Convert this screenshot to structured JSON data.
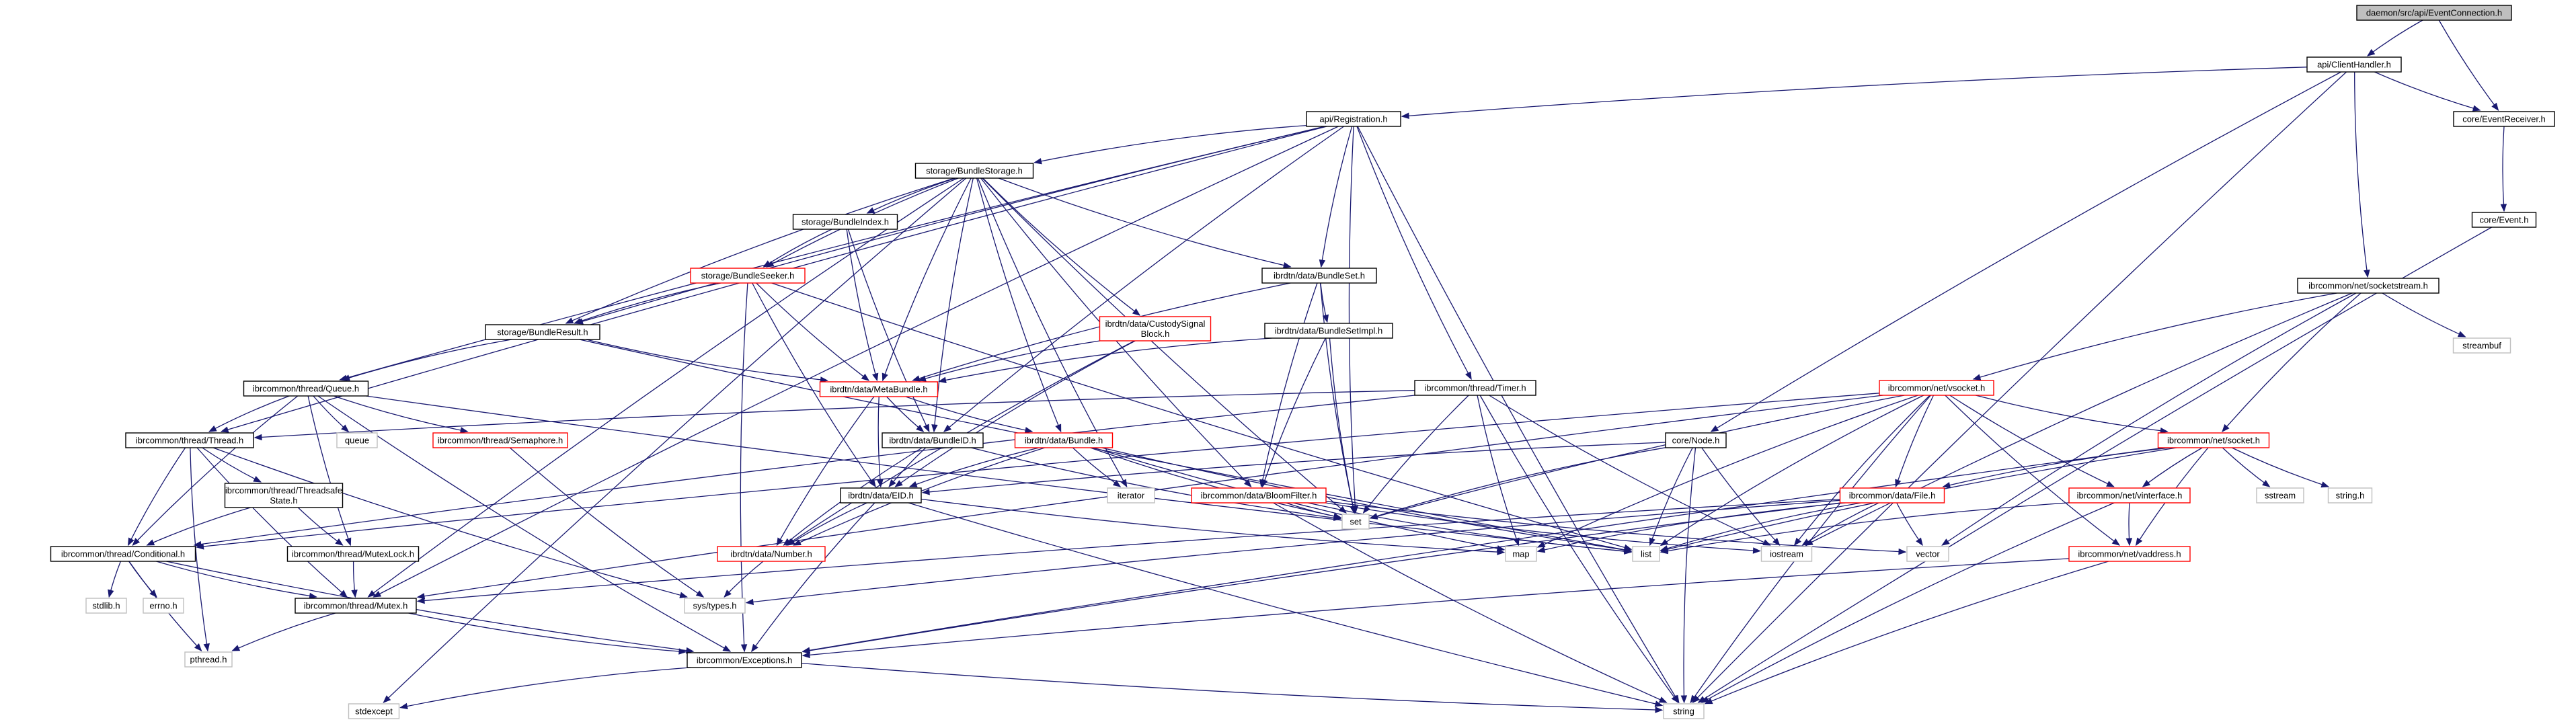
{
  "colors": {
    "edge": "#191970",
    "text": "#000000",
    "default_fill": "#ffffff",
    "default_border": "#000000",
    "incomplete_border": "#ff0000",
    "system_border": "#bfbfbf",
    "root_fill": "#bfbfbf"
  },
  "nodes": [
    {
      "id": "root",
      "label": "daemon/src/api/EventConnection.h",
      "style": "root"
    },
    {
      "id": "client",
      "label": "api/ClientHandler.h",
      "style": "normal"
    },
    {
      "id": "eventrecv",
      "label": "core/EventReceiver.h",
      "style": "normal"
    },
    {
      "id": "registration",
      "label": "api/Registration.h",
      "style": "normal"
    },
    {
      "id": "event",
      "label": "core/Event.h",
      "style": "normal"
    },
    {
      "id": "bstorage",
      "label": "storage/BundleStorage.h",
      "style": "normal"
    },
    {
      "id": "bindex",
      "label": "storage/BundleIndex.h",
      "style": "normal"
    },
    {
      "id": "bset",
      "label": "ibrdtn/data/BundleSet.h",
      "style": "normal"
    },
    {
      "id": "sockstream",
      "label": "ibrcommon/net/socketstream.h",
      "style": "normal"
    },
    {
      "id": "bseeker",
      "label": "storage/BundleSeeker.h",
      "style": "incomplete"
    },
    {
      "id": "custody",
      "label": "ibrdtn/data/CustodySignal\nBlock.h",
      "style": "incomplete"
    },
    {
      "id": "bsetimpl",
      "label": "ibrdtn/data/BundleSetImpl.h",
      "style": "normal"
    },
    {
      "id": "bresult",
      "label": "storage/BundleResult.h",
      "style": "normal"
    },
    {
      "id": "streambuf",
      "label": "streambuf",
      "style": "system"
    },
    {
      "id": "queue",
      "label": "ibrcommon/thread/Queue.h",
      "style": "normal"
    },
    {
      "id": "metabundle",
      "label": "ibrdtn/data/MetaBundle.h",
      "style": "incomplete"
    },
    {
      "id": "timer",
      "label": "ibrcommon/thread/Timer.h",
      "style": "normal"
    },
    {
      "id": "vsocket",
      "label": "ibrcommon/net/vsocket.h",
      "style": "incomplete"
    },
    {
      "id": "thread",
      "label": "ibrcommon/thread/Thread.h",
      "style": "normal"
    },
    {
      "id": "queuesys",
      "label": "queue",
      "style": "system"
    },
    {
      "id": "semaphore",
      "label": "ibrcommon/thread/Semaphore.h",
      "style": "incomplete"
    },
    {
      "id": "bundleid",
      "label": "ibrdtn/data/BundleID.h",
      "style": "normal"
    },
    {
      "id": "bundle",
      "label": "ibrdtn/data/Bundle.h",
      "style": "incomplete"
    },
    {
      "id": "node",
      "label": "core/Node.h",
      "style": "normal"
    },
    {
      "id": "socket",
      "label": "ibrcommon/net/socket.h",
      "style": "incomplete"
    },
    {
      "id": "tsstate",
      "label": "ibrcommon/thread/Threadsafe\nState.h",
      "style": "normal"
    },
    {
      "id": "eid",
      "label": "ibrdtn/data/EID.h",
      "style": "normal"
    },
    {
      "id": "iterator",
      "label": "iterator",
      "style": "system"
    },
    {
      "id": "bloom",
      "label": "ibrcommon/data/BloomFilter.h",
      "style": "incomplete"
    },
    {
      "id": "set",
      "label": "set",
      "style": "system"
    },
    {
      "id": "file",
      "label": "ibrcommon/data/File.h",
      "style": "incomplete"
    },
    {
      "id": "vinterface",
      "label": "ibrcommon/net/vinterface.h",
      "style": "incomplete"
    },
    {
      "id": "sstream",
      "label": "sstream",
      "style": "system"
    },
    {
      "id": "stringh",
      "label": "string.h",
      "style": "system"
    },
    {
      "id": "conditional",
      "label": "ibrcommon/thread/Conditional.h",
      "style": "normal"
    },
    {
      "id": "mutexlock",
      "label": "ibrcommon/thread/MutexLock.h",
      "style": "normal"
    },
    {
      "id": "number",
      "label": "ibrdtn/data/Number.h",
      "style": "incomplete"
    },
    {
      "id": "map",
      "label": "map",
      "style": "system"
    },
    {
      "id": "list",
      "label": "list",
      "style": "system"
    },
    {
      "id": "iostream",
      "label": "iostream",
      "style": "system"
    },
    {
      "id": "vector",
      "label": "vector",
      "style": "system"
    },
    {
      "id": "vaddress",
      "label": "ibrcommon/net/vaddress.h",
      "style": "incomplete"
    },
    {
      "id": "stdlib",
      "label": "stdlib.h",
      "style": "system"
    },
    {
      "id": "errno",
      "label": "errno.h",
      "style": "system"
    },
    {
      "id": "mutex",
      "label": "ibrcommon/thread/Mutex.h",
      "style": "normal"
    },
    {
      "id": "systypes",
      "label": "sys/types.h",
      "style": "system"
    },
    {
      "id": "pthread",
      "label": "pthread.h",
      "style": "system"
    },
    {
      "id": "exceptions",
      "label": "ibrcommon/Exceptions.h",
      "style": "normal"
    },
    {
      "id": "stdexcept",
      "label": "stdexcept",
      "style": "system"
    },
    {
      "id": "string",
      "label": "string",
      "style": "system"
    }
  ],
  "edges": [
    [
      "root",
      "client"
    ],
    [
      "root",
      "eventrecv"
    ],
    [
      "client",
      "eventrecv"
    ],
    [
      "client",
      "registration"
    ],
    [
      "client",
      "node"
    ],
    [
      "client",
      "sockstream"
    ],
    [
      "client",
      "string"
    ],
    [
      "eventrecv",
      "event"
    ],
    [
      "event",
      "string"
    ],
    [
      "registration",
      "bstorage"
    ],
    [
      "registration",
      "bset"
    ],
    [
      "registration",
      "queue"
    ],
    [
      "registration",
      "bresult"
    ],
    [
      "registration",
      "thread"
    ],
    [
      "registration",
      "timer"
    ],
    [
      "registration",
      "set"
    ],
    [
      "registration",
      "string"
    ],
    [
      "registration",
      "bundleid"
    ],
    [
      "registration",
      "mutex"
    ],
    [
      "bstorage",
      "bindex"
    ],
    [
      "bstorage",
      "bseeker"
    ],
    [
      "bstorage",
      "custody"
    ],
    [
      "bstorage",
      "bset"
    ],
    [
      "bstorage",
      "bresult"
    ],
    [
      "bstorage",
      "metabundle"
    ],
    [
      "bstorage",
      "bundleid"
    ],
    [
      "bstorage",
      "bundle"
    ],
    [
      "bstorage",
      "iterator"
    ],
    [
      "bstorage",
      "bloom"
    ],
    [
      "bstorage",
      "set"
    ],
    [
      "bstorage",
      "mutex"
    ],
    [
      "bstorage",
      "stdexcept"
    ],
    [
      "bindex",
      "bseeker"
    ],
    [
      "bindex",
      "metabundle"
    ],
    [
      "bindex",
      "bundleid"
    ],
    [
      "bseeker",
      "bresult"
    ],
    [
      "bseeker",
      "metabundle"
    ],
    [
      "bseeker",
      "eid"
    ],
    [
      "bseeker",
      "exceptions"
    ],
    [
      "bseeker",
      "list"
    ],
    [
      "custody",
      "metabundle"
    ],
    [
      "custody",
      "eid"
    ],
    [
      "custody",
      "number"
    ],
    [
      "bset",
      "metabundle"
    ],
    [
      "bset",
      "bsetimpl"
    ],
    [
      "bset",
      "bloom"
    ],
    [
      "bset",
      "set"
    ],
    [
      "bsetimpl",
      "metabundle"
    ],
    [
      "bsetimpl",
      "bloom"
    ],
    [
      "bsetimpl",
      "set"
    ],
    [
      "bresult",
      "queue"
    ],
    [
      "bresult",
      "metabundle"
    ],
    [
      "bresult",
      "list"
    ],
    [
      "queue",
      "thread"
    ],
    [
      "queue",
      "queuesys"
    ],
    [
      "queue",
      "semaphore"
    ],
    [
      "queue",
      "conditional"
    ],
    [
      "queue",
      "mutexlock"
    ],
    [
      "queue",
      "exceptions"
    ],
    [
      "queue",
      "list"
    ],
    [
      "metabundle",
      "bundleid"
    ],
    [
      "metabundle",
      "bundle"
    ],
    [
      "metabundle",
      "eid"
    ],
    [
      "metabundle",
      "number"
    ],
    [
      "timer",
      "thread"
    ],
    [
      "timer",
      "set"
    ],
    [
      "timer",
      "map"
    ],
    [
      "timer",
      "string"
    ],
    [
      "timer",
      "iostream"
    ],
    [
      "timer",
      "conditional"
    ],
    [
      "thread",
      "tsstate"
    ],
    [
      "thread",
      "conditional"
    ],
    [
      "thread",
      "mutex"
    ],
    [
      "thread",
      "systypes"
    ],
    [
      "thread",
      "pthread"
    ],
    [
      "semaphore",
      "systypes"
    ],
    [
      "bundleid",
      "eid"
    ],
    [
      "bundleid",
      "number"
    ],
    [
      "bundleid",
      "set"
    ],
    [
      "bundle",
      "eid"
    ],
    [
      "bundle",
      "number"
    ],
    [
      "bundle",
      "set"
    ],
    [
      "bundle",
      "list"
    ],
    [
      "bundle",
      "iterator"
    ],
    [
      "bundle",
      "map"
    ],
    [
      "tsstate",
      "conditional"
    ],
    [
      "tsstate",
      "mutexlock"
    ],
    [
      "eid",
      "number"
    ],
    [
      "eid",
      "exceptions"
    ],
    [
      "eid",
      "map"
    ],
    [
      "eid",
      "string"
    ],
    [
      "bloom",
      "set"
    ],
    [
      "bloom",
      "string"
    ],
    [
      "bloom",
      "vector"
    ],
    [
      "bloom",
      "iostream"
    ],
    [
      "bloom",
      "list"
    ],
    [
      "node",
      "eid"
    ],
    [
      "node",
      "set"
    ],
    [
      "node",
      "list"
    ],
    [
      "node",
      "iostream"
    ],
    [
      "node",
      "string"
    ],
    [
      "sockstream",
      "vsocket"
    ],
    [
      "sockstream",
      "socket"
    ],
    [
      "sockstream",
      "streambuf"
    ],
    [
      "sockstream",
      "vector"
    ],
    [
      "sockstream",
      "iostream"
    ],
    [
      "vsocket",
      "socket"
    ],
    [
      "vsocket",
      "file"
    ],
    [
      "vsocket",
      "vinterface"
    ],
    [
      "vsocket",
      "vaddress"
    ],
    [
      "vsocket",
      "mutex"
    ],
    [
      "vsocket",
      "conditional"
    ],
    [
      "vsocket",
      "map"
    ],
    [
      "vsocket",
      "set"
    ],
    [
      "vsocket",
      "list"
    ],
    [
      "vsocket",
      "string"
    ],
    [
      "vsocket",
      "iostream"
    ],
    [
      "socket",
      "vinterface"
    ],
    [
      "socket",
      "vaddress"
    ],
    [
      "socket",
      "file"
    ],
    [
      "socket",
      "exceptions"
    ],
    [
      "socket",
      "sstream"
    ],
    [
      "socket",
      "stringh"
    ],
    [
      "socket",
      "list"
    ],
    [
      "file",
      "exceptions"
    ],
    [
      "file",
      "mutex"
    ],
    [
      "file",
      "list"
    ],
    [
      "file",
      "map"
    ],
    [
      "file",
      "vector"
    ],
    [
      "file",
      "iostream"
    ],
    [
      "file",
      "systypes"
    ],
    [
      "vinterface",
      "vaddress"
    ],
    [
      "vinterface",
      "list"
    ],
    [
      "vinterface",
      "string"
    ],
    [
      "vaddress",
      "exceptions"
    ],
    [
      "vaddress",
      "string"
    ],
    [
      "conditional",
      "mutex"
    ],
    [
      "conditional",
      "exceptions"
    ],
    [
      "conditional",
      "stdlib"
    ],
    [
      "conditional",
      "errno"
    ],
    [
      "conditional",
      "pthread"
    ],
    [
      "mutexlock",
      "mutex"
    ],
    [
      "number",
      "systypes"
    ],
    [
      "mutex",
      "exceptions"
    ],
    [
      "mutex",
      "pthread"
    ],
    [
      "exceptions",
      "string"
    ],
    [
      "exceptions",
      "stdexcept"
    ]
  ]
}
